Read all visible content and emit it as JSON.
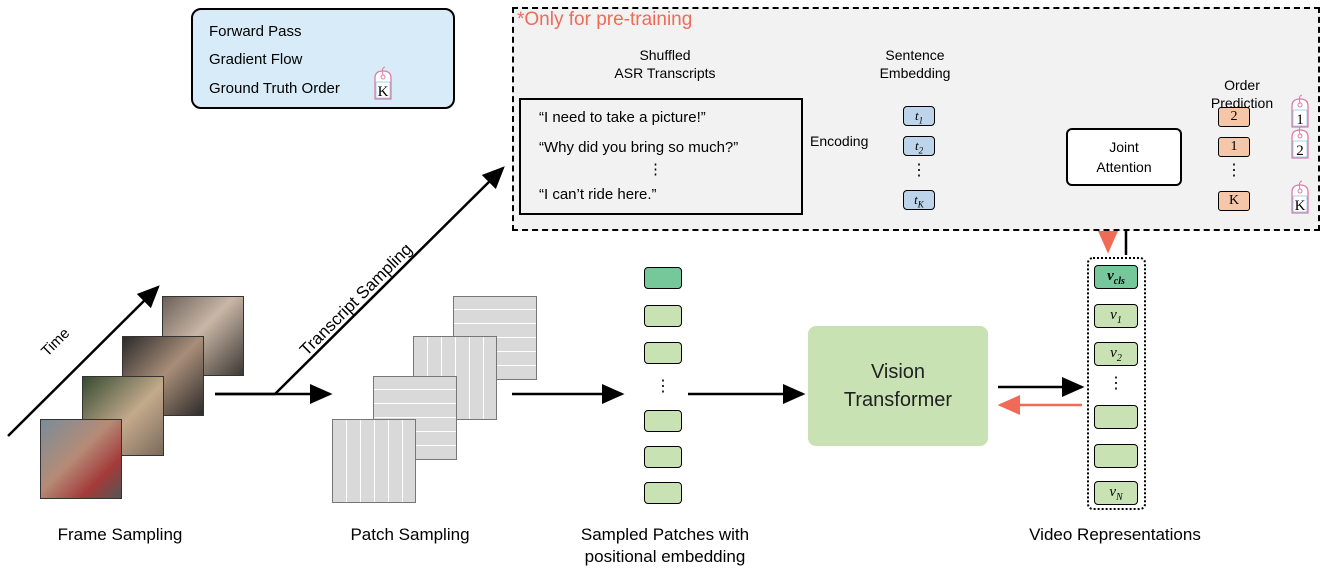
{
  "legend": {
    "forward_pass": "Forward Pass",
    "gradient_flow": "Gradient Flow",
    "ground_truth_order": "Ground Truth Order",
    "gt_symbol": "K"
  },
  "pretrain": {
    "label": "*Only for pre-training",
    "shuffled_header": [
      "Shuffled",
      "ASR Transcripts"
    ],
    "transcripts": [
      "“I need to take a picture!”",
      "“Why did you bring so much?”",
      "⋮",
      "“I can’t ride here.”"
    ],
    "encoding": "Encoding",
    "sentence_header": [
      "Sentence",
      "Embedding"
    ],
    "tokens": [
      {
        "base": "t",
        "sub": "1"
      },
      {
        "base": "t",
        "sub": "2"
      },
      {
        "base": "t",
        "sub": "K"
      }
    ],
    "joint_attention": [
      "Joint",
      "Attention"
    ],
    "order_header": [
      "Order",
      "Prediction"
    ],
    "order_predictions": [
      "2",
      "1",
      "K"
    ],
    "ground_truth": [
      "1",
      "2",
      "K"
    ]
  },
  "bottom": {
    "time_label": "Time",
    "transcript_sampling": "Transcript Sampling",
    "vision_transformer": [
      "Vision",
      "Transformer"
    ],
    "video_reps": [
      {
        "base": "v",
        "sub": "cls"
      },
      {
        "base": "v",
        "sub": "1"
      },
      {
        "base": "v",
        "sub": "2"
      },
      {
        "base": "",
        "sub": ""
      },
      {
        "base": "",
        "sub": ""
      },
      {
        "base": "v",
        "sub": "N"
      }
    ],
    "dots": "⋮"
  },
  "captions": {
    "frame_sampling": "Frame Sampling",
    "patch_sampling": "Patch Sampling",
    "sampled_patches": [
      "Sampled Patches with",
      "positional embedding"
    ],
    "video_representations": "Video Representations"
  },
  "colors": {
    "gradient": "#ef6b57",
    "legend_bg": "#d7ecf8",
    "token": "#bed4ea",
    "order": "#f6c6a8",
    "patch": "#c9e2b3",
    "cls": "#76c89a"
  },
  "icons": [
    "arrow-right-icon",
    "arrow-left-icon",
    "tag-icon"
  ]
}
